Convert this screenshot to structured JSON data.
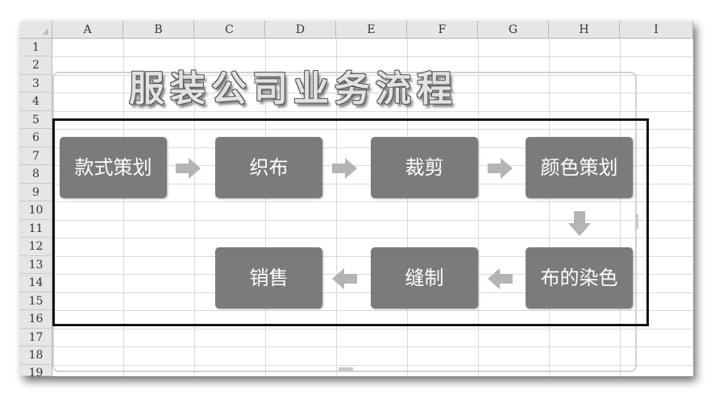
{
  "spreadsheet": {
    "columns": [
      "A",
      "B",
      "C",
      "D",
      "E",
      "F",
      "G",
      "H",
      "I"
    ],
    "rows": [
      "1",
      "2",
      "3",
      "4",
      "5",
      "6",
      "7",
      "8",
      "9",
      "10",
      "11",
      "12",
      "13",
      "14",
      "15",
      "16",
      "17",
      "18",
      "19"
    ]
  },
  "diagram": {
    "title": "服装公司业务流程",
    "steps": {
      "s1": "款式策划",
      "s2": "织布",
      "s3": "裁剪",
      "s4": "颜色策划",
      "s5": "布的染色",
      "s6": "缝制",
      "s7": "销售"
    },
    "colors": {
      "box_fill": "#7b7b7b",
      "box_text": "#ffffff",
      "arrow_fill": "#b4b4b4",
      "outline": "#111111"
    },
    "icons": {
      "flow_arrow": "arrow-icon"
    }
  }
}
